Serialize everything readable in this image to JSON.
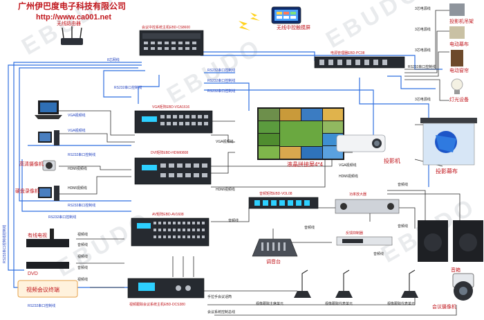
{
  "header": {
    "company": "广州伊巴度电子科技有限公司",
    "url": "http://www.ca001.net",
    "watermark": "EBUDO"
  },
  "devices": {
    "central_control": "会议中控系统主机EBD-CS8600",
    "power_manager": "电源管理器EBD-PC08",
    "vga_matrix": "VGA矩阵EBD-VGA1616",
    "dvi_matrix": "DVI矩阵EBD-HDMI0808",
    "av_matrix": "AV矩阵EBD-AV1608",
    "audio_matrix": "音频矩阵EBD-VOL08",
    "camera_host": "视频跟踪会议系统主机EBD-DCS380",
    "wireless_router": "无线路由器",
    "wireless_panel": "无线中控触摸屏",
    "video_wall": "液晶拼接屏4*4",
    "projector": "投影机",
    "projector_screen": "投影幕布",
    "laptop": "笔记本",
    "pc": "台式电脑",
    "hd_camera": "高清摄像机",
    "recorder": "硬盘录像机",
    "set_top_box": "有线电视",
    "dvd": "DVD",
    "mixer": "调音台",
    "feedback_suppressor": "反馈抑制器",
    "amplifier": "功率放大器",
    "speaker": "音箱",
    "video_conference": "视频会议终端",
    "mic_chair": "视像跟踪主席单元",
    "mic_delegate": "视像跟踪代表单元",
    "mic_wired": "手拉手会议话筒",
    "ptz_camera": "会议摄像机",
    "ac_power": "3芯电源线",
    "screen_lift": "投影机吊架",
    "lift": "电动幕布",
    "light": "灯光设备",
    "curtain": "电动窗帘"
  },
  "cables": {
    "vga": "VGA视频线",
    "hdmi": "HDMI视频线",
    "rs232": "RS232串口控制线",
    "net": "8芯网线",
    "video": "视频线",
    "audio": "音频线",
    "power": "3芯电源线",
    "rs232_ctrl": "RS232串口控制线",
    "ctrl_bus": "会议系统控制总线"
  },
  "labels": {
    "left_vertical": "RS232串口控制线控制线"
  }
}
